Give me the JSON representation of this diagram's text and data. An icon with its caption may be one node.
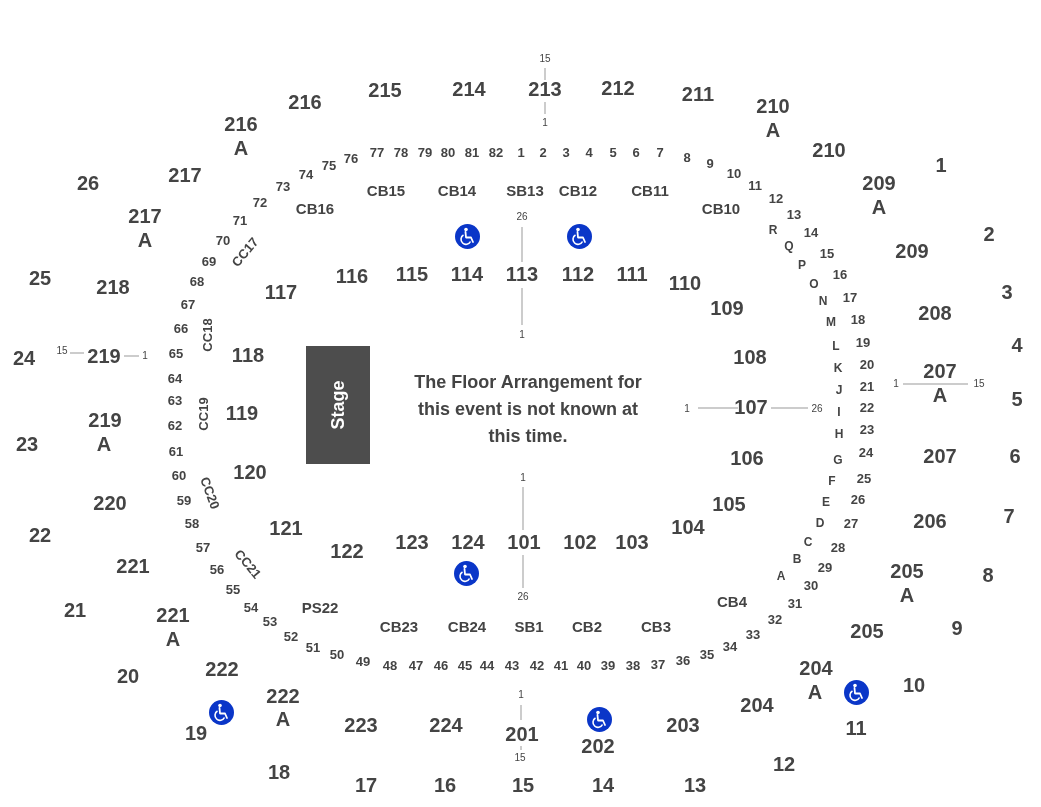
{
  "diagram": {
    "nodes": [
      {
        "text": [
          "Stage"
        ]
      }
    ],
    "labels": [
      "15",
      "216",
      "215",
      "214",
      "213",
      "212",
      "211",
      "210",
      "A",
      "216",
      "A",
      "1",
      "210",
      "1",
      "26",
      "217",
      "209",
      "A",
      "217",
      "A",
      "2",
      "25",
      "218",
      "209",
      "3",
      "208",
      "4",
      "24",
      "15",
      "219",
      "1",
      "207",
      "A",
      "1",
      "15",
      "5",
      "219",
      "A",
      "23",
      "6",
      "207",
      "220",
      "7",
      "206",
      "22",
      "221",
      "205",
      "A",
      "8",
      "21",
      "221",
      "A",
      "9",
      "205",
      "20",
      "222",
      "204",
      "A",
      "10",
      "222",
      "A",
      "204",
      "19",
      "223",
      "224",
      "1",
      "201",
      "15",
      "202",
      "203",
      "11",
      "12",
      "18",
      "17",
      "16",
      "15",
      "14",
      "13",
      "76",
      "77",
      "78",
      "79",
      "80",
      "81",
      "82",
      "1",
      "2",
      "3",
      "4",
      "5",
      "6",
      "7",
      "8",
      "9",
      "10",
      "11",
      "12",
      "13",
      "14",
      "15",
      "16",
      "17",
      "18",
      "19",
      "20",
      "21",
      "22",
      "23",
      "24",
      "25",
      "26",
      "27",
      "28",
      "29",
      "30",
      "31",
      "32",
      "33",
      "34",
      "35",
      "36",
      "37",
      "38",
      "39",
      "40",
      "41",
      "42",
      "43",
      "44",
      "45",
      "46",
      "47",
      "48",
      "49",
      "50",
      "51",
      "52",
      "53",
      "54",
      "55",
      "56",
      "57",
      "58",
      "59",
      "60",
      "61",
      "62",
      "63",
      "64",
      "65",
      "66",
      "67",
      "68",
      "69",
      "70",
      "71",
      "72",
      "73",
      "74",
      "75",
      "CB15",
      "CB14",
      "SB13",
      "CB12",
      "CB11",
      "CB16",
      "CB10",
      "CB4",
      "PS22",
      "CB23",
      "CB24",
      "SB1",
      "CB2",
      "CB3",
      "CC17",
      "CC18",
      "CC19",
      "CC20",
      "CC21",
      "116",
      "115",
      "114",
      "113",
      "112",
      "111",
      "110",
      "117",
      "109",
      "118",
      "108",
      "119",
      "107",
      "106",
      "120",
      "105",
      "104",
      "121",
      "122",
      "123",
      "124",
      "101",
      "102",
      "103",
      "26",
      "1",
      "1",
      "26",
      "1",
      "26",
      "R",
      "Q",
      "P",
      "O",
      "N",
      "M",
      "L",
      "K",
      "J",
      "I",
      "H",
      "G",
      "F",
      "E",
      "D",
      "C",
      "B",
      "A",
      "The Floor Arrangement for this event is not known at this time."
    ]
  }
}
